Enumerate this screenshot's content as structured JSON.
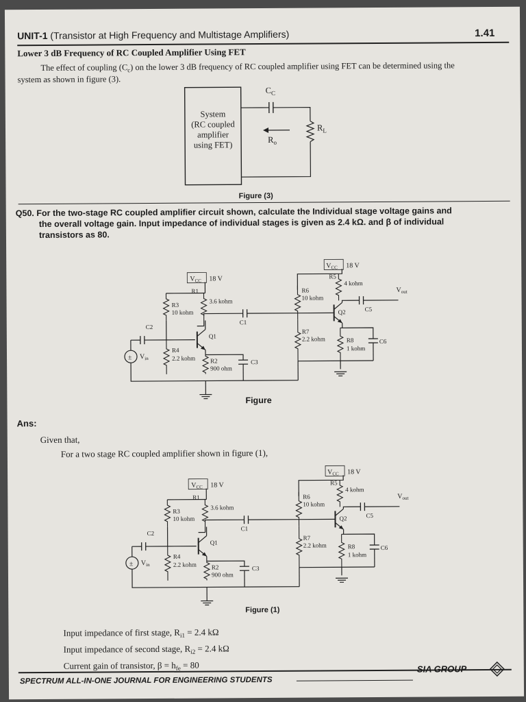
{
  "header": {
    "unit": "UNIT-1",
    "unit_title": "(Transistor at High Frequency and Multistage Amplifiers)",
    "page_number": "1.41"
  },
  "section": {
    "title": "Lower 3 dB Frequency of RC Coupled Amplifier Using FET",
    "line1": "The effect of coupling (C",
    "line1_sub": "c",
    "line1_rest": ") on the lower 3 dB frequency of RC coupled amplifier using FET can be determined using the",
    "line2": "system as shown in figure (3)."
  },
  "figure3": {
    "system_lines": [
      "System",
      "(RC coupled",
      "amplifier",
      "using FET)"
    ],
    "cap_label": "C",
    "cap_sub": "C",
    "ro_label": "R",
    "ro_sub": "o",
    "rl_label": "R",
    "rl_sub": "L",
    "caption": "Figure (3)"
  },
  "question": {
    "number": "Q50.",
    "line1": "For the two-stage RC coupled amplifier circuit shown, calculate the Individual stage voltage gains and",
    "line2": "the overall voltage gain. Input impedance of individual stages is given as 2.4 kΩ. and β of individual",
    "line3": "transistors as 80."
  },
  "circuit": {
    "vcc1": "V",
    "vcc_sub": "CC",
    "vcc1_value": "18 V",
    "vcc2_value": "18 V",
    "r1": "R1",
    "r1_value": "3.6 kohm",
    "r3": "R3",
    "r3_value": "10 kohm",
    "r4": "R4",
    "r4_value": "2.2 kohm",
    "r2": "R2",
    "r2_value": "900 ohm",
    "c1": "C1",
    "c2": "C2",
    "c3": "C3",
    "q1": "Q1",
    "vin": "V",
    "vin_sub": "in",
    "r5": "R5",
    "r5_value": "4 kohm",
    "r6": "R6",
    "r6_value": "10 kohm",
    "r7": "R7",
    "r7_value": "2.2 kohm",
    "r8": "R8",
    "r8_value": "1 kohm",
    "c5": "C5",
    "c6": "C6",
    "q2": "Q2",
    "vout": "V",
    "vout_sub": "out"
  },
  "figure_caption": "Figure",
  "answer": {
    "label": "Ans:",
    "given": "Given that,",
    "intro": "For a two stage RC coupled amplifier shown in figure (1),",
    "figure1_caption": "Figure (1)",
    "l1_text": "Input impedance of first stage, R",
    "l1_sub": "i1",
    "l1_val": " = 2.4 kΩ",
    "l2_text": "Input impedance of second stage, R",
    "l2_sub": "i2",
    "l2_val": " = 2.4 kΩ",
    "l3_text": "Current gain of transistor, β = h",
    "l3_sub": "fe",
    "l3_val": " = 80"
  },
  "footer": {
    "journal": "SPECTRUM ALL-IN-ONE JOURNAL FOR ENGINEERING STUDENTS",
    "publisher": "SIA GROUP"
  }
}
